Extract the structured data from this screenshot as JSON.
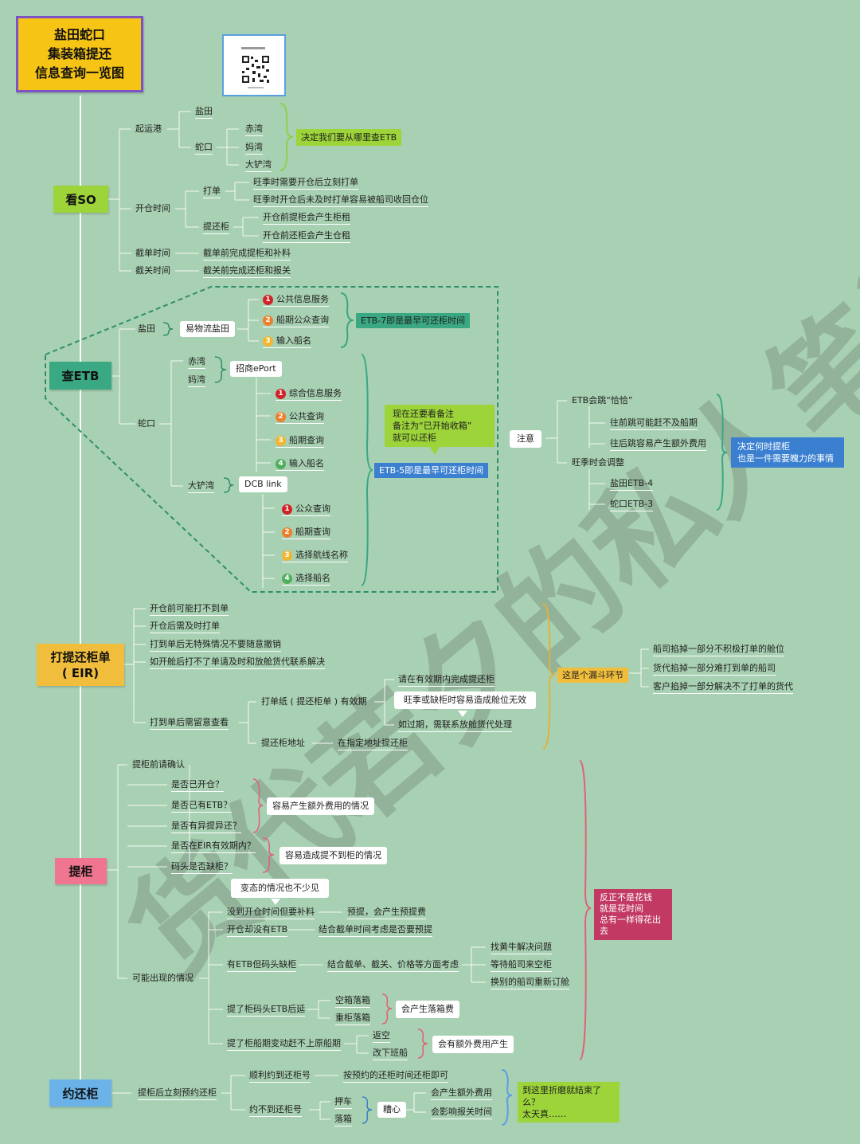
{
  "title": {
    "line1": "盐田蛇口",
    "line2": "集装箱提还",
    "line3": "信息查询一览图"
  },
  "watermark": "货代若夕的私人笔记",
  "colors": {
    "background": "#a8d0b2",
    "trunk": "#ffffff",
    "title_bg": "#f6c414",
    "title_border": "#7b53c4",
    "kanso": "#9cd43a",
    "cha_etb": "#3aa883",
    "eir": "#f0be3c",
    "tigui": "#f0758f",
    "huangui": "#6bb2e9"
  },
  "sections": {
    "kanso": "看SO",
    "chaetb": "查ETB",
    "eir_line1": "打提还柜单",
    "eir_line2": "( EIR)",
    "tigui": "提柜",
    "huangui": "约还柜"
  },
  "so": {
    "qiyungang": "起运港",
    "yantian": "盐田",
    "shekou": "蛇口",
    "chiwan": "赤湾",
    "mawan": "妈湾",
    "dachanwan": "大铲湾",
    "note": "决定我们要从哪里查ETB",
    "kaicang": "开仓时间",
    "dadan": "打单",
    "dadan1": "旺季时需要开仓后立刻打单",
    "dadan2": "旺季时开仓后未及时打单容易被船司收回仓位",
    "tigui": "提还柜",
    "tigui1": "开仓前提柜会产生柜租",
    "tigui2": "开仓前还柜会产生仓租",
    "jiedan": "截单时间",
    "jiedan1": "截单前完成提柜和补料",
    "jieguan": "截关时间",
    "jieguan1": "截关前完成还柜和报关"
  },
  "etb": {
    "yantian": "盐田",
    "ywl": "易物流盐田",
    "y1": "公共信息服务",
    "y2": "船期公众查询",
    "y3": "输入船名",
    "etb7": "ETB-7即是最早可还柜时间",
    "shekou": "蛇口",
    "chiwan": "赤湾",
    "mawan": "妈湾",
    "eport": "招商ePort",
    "e1": "综合信息服务",
    "e2": "公共查询",
    "e3": "船期查询",
    "e4": "输入船名",
    "dachanwan": "大铲湾",
    "dcb": "DCB link",
    "d1": "公众查询",
    "d2": "船期查询",
    "d3": "选择航线名称",
    "d4": "选择船名",
    "callout1": "现在还要看备注",
    "callout2": "备注为“已开始收箱”",
    "callout3": "就可以还柜",
    "etb5": "ETB-5即是最早可还柜时间",
    "zhuyi": "注意",
    "tiao": "ETB会跳“恰恰”",
    "tiao1": "往前跳可能赶不及船期",
    "tiao2": "往后跳容易产生额外费用",
    "wangji": "旺季时会调整",
    "yt4": "盐田ETB-4",
    "sk3": "蛇口ETB-3",
    "decide1": "决定何时提柜",
    "decide2": "也是一件需要魄力的事情"
  },
  "eir": {
    "a": "开仓前可能打不到单",
    "b": "开仓后需及时打单",
    "c": "打到单后无特殊情况不要随意撤销",
    "d": "如开舱后打不了单请及时和放舱货代联系解决",
    "e": "打到单后需留意查看",
    "f": "打单纸 ( 提还柜单 ) 有效期",
    "f1": "请在有效期内完成提还柜",
    "f2": "旺季或缺柜时容易造成舱位无效",
    "f3": "如过期，需联系放舱货代处理",
    "g": "提还柜地址",
    "g1": "在指定地址提还柜",
    "loop": "这是个漏斗环节",
    "l1": "船司掐掉一部分不积极打单的舱位",
    "l2": "货代掐掉一部分难打到单的船司",
    "l3": "客户掐掉一部分解决不了打单的货代"
  },
  "pick": {
    "confirm": "提柜前请确认",
    "q1": "是否已开仓？",
    "q2": "是否已有ETB？",
    "q3": "是否有异提异还？",
    "n1": "容易产生额外费用的情况",
    "q4": "是否在EIR有效期内？",
    "q5": "码头是否缺柜？",
    "n2": "容易造成提不到柜的情况",
    "bian": "变态的情况也不少见",
    "may": "可能出现的情况",
    "s1": "没到开仓时间但要补料",
    "s1a": "预提，会产生预提费",
    "s2": "开仓却没有ETB",
    "s2a": "结合截单时间考虑是否要预提",
    "s3": "有ETB但码头缺柜",
    "s3a": "结合截单、截关、价格等方面考虑",
    "s3b": "找黄牛解决问题",
    "s3c": "等待船司来空柜",
    "s3d": "换别的船司重新订舱",
    "s4": "提了柜码头ETB后延",
    "s4a": "空箱落箱",
    "s4b": "重柜落箱",
    "s4n": "会产生落箱费",
    "s5": "提了柜船期变动赶不上原船期",
    "s5a": "返空",
    "s5b": "改下班船",
    "s5n": "会有额外费用产生",
    "money1": "反正不是花钱",
    "money2": "就是花时间",
    "money3": "总有一样得花出去"
  },
  "ret": {
    "a": "提柜后立刻预约还柜",
    "b": "顺利约到还柜号",
    "b1": "按预约的还柜时间还柜即可",
    "c": "约不到还柜号",
    "c1": "押车",
    "c2": "落箱",
    "xin": "糟心",
    "x1": "会产生额外费用",
    "x2": "会影响报关时间",
    "end1": "到这里折磨就结束了么？",
    "end2": "太天真……"
  }
}
